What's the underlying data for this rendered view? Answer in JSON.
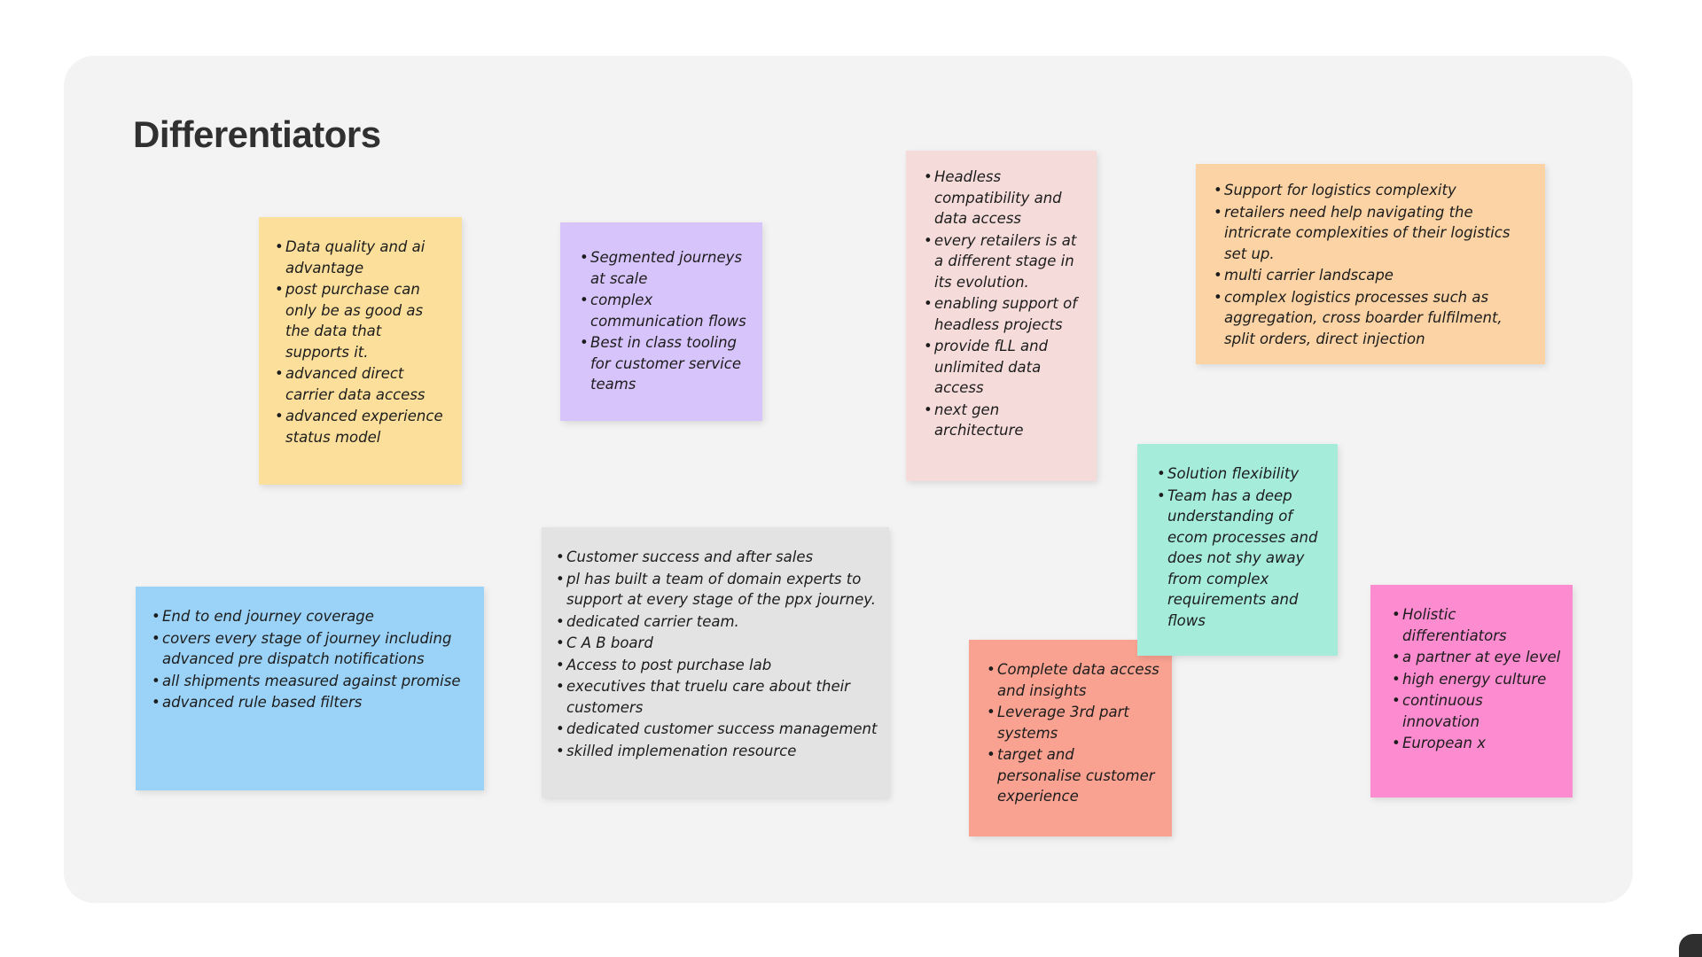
{
  "page": {
    "title": "Differentiators",
    "background_color": "#ffffff",
    "canvas_color": "#f3f3f3"
  },
  "notes": [
    {
      "id": "note-data-quality",
      "name": "sticky-note-data-quality",
      "color": "#fbdf9b",
      "items": [
        {
          "level": 1,
          "text": "Data quality and ai advantage"
        },
        {
          "level": 2,
          "text": "post purchase can only be as good as the data that supports it."
        },
        {
          "level": 2,
          "text": "advanced direct carrier data access"
        },
        {
          "level": 2,
          "text": "advanced experience status model"
        }
      ]
    },
    {
      "id": "note-segmented-journeys",
      "name": "sticky-note-segmented-journeys",
      "color": "#d7c4fb",
      "items": [
        {
          "level": 1,
          "text": "Segmented journeys at scale"
        },
        {
          "level": 1,
          "text": "complex communication flows"
        },
        {
          "level": 1,
          "text": "Best in class tooling for customer service teams"
        }
      ]
    },
    {
      "id": "note-headless",
      "name": "sticky-note-headless-compatibility",
      "color": "#f5dcda",
      "items": [
        {
          "level": 1,
          "text": "Headless compatibility and data access"
        },
        {
          "level": 2,
          "text": "every retailers is at a different stage in its evolution."
        },
        {
          "level": 2,
          "text": "enabling support of headless projects"
        },
        {
          "level": 2,
          "text": "provide fLL and unlimited data access"
        },
        {
          "level": 2,
          "text": "next gen architecture"
        }
      ]
    },
    {
      "id": "note-logistics",
      "name": "sticky-note-logistics-complexity",
      "color": "#fcd3a4",
      "items": [
        {
          "level": 1,
          "text": "Support for logistics complexity"
        },
        {
          "level": 2,
          "text": "retailers need help navigating the intricrate complexities of their logistics set up."
        },
        {
          "level": 2,
          "text": "multi carrier landscape"
        },
        {
          "level": 2,
          "text": "complex logistics processes such as aggregation, cross boarder fulfilment, split orders, direct injection"
        }
      ]
    },
    {
      "id": "note-solution-flexibility",
      "name": "sticky-note-solution-flexibility",
      "color": "#a5ecdb",
      "items": [
        {
          "level": 1,
          "text": "Solution flexibility"
        },
        {
          "level": 2,
          "text": "Team has a deep understanding of ecom processes and does not shy away from complex requirements and flows"
        }
      ]
    },
    {
      "id": "note-end-to-end",
      "name": "sticky-note-end-to-end-journey",
      "color": "#9bd2f7",
      "items": [
        {
          "level": 1,
          "text": "End to end journey coverage"
        },
        {
          "level": 2,
          "text": "covers every stage of journey including advanced pre dispatch notifications"
        },
        {
          "level": 2,
          "text": "all shipments measured against promise"
        },
        {
          "level": 2,
          "text": "advanced rule based filters"
        }
      ]
    },
    {
      "id": "note-customer-success",
      "name": "sticky-note-customer-success",
      "color": "#e3e3e3",
      "items": [
        {
          "level": 1,
          "text": "Customer success and after sales"
        },
        {
          "level": 2,
          "text": "pl has built a team of domain experts to support at every stage of the ppx journey."
        },
        {
          "level": 3,
          "text": "dedicated carrier team."
        },
        {
          "level": 3,
          "text": "C A B board"
        },
        {
          "level": 3,
          "text": "Access to post purchase lab"
        },
        {
          "level": 3,
          "text": "executives that truelu care about their customers"
        },
        {
          "level": 3,
          "text": "dedicated customer success management"
        },
        {
          "level": 3,
          "text": "skilled implemenation resource"
        }
      ]
    },
    {
      "id": "note-complete-data",
      "name": "sticky-note-complete-data-access",
      "color": "#f9a291",
      "items": [
        {
          "level": 1,
          "text": "Complete data access and insights"
        },
        {
          "level": 2,
          "text": "Leverage 3rd part systems"
        },
        {
          "level": 2,
          "text": "target and personalise customer experience"
        }
      ]
    },
    {
      "id": "note-holistic",
      "name": "sticky-note-holistic-differentiators",
      "color": "#fd8bd0",
      "items": [
        {
          "level": 1,
          "text": "Holistic differentiators"
        },
        {
          "level": 2,
          "text": "a partner at eye level"
        },
        {
          "level": 2,
          "text": "high energy culture"
        },
        {
          "level": 2,
          "text": "continuous innovation"
        },
        {
          "level": 2,
          "text": "European x"
        }
      ]
    }
  ]
}
